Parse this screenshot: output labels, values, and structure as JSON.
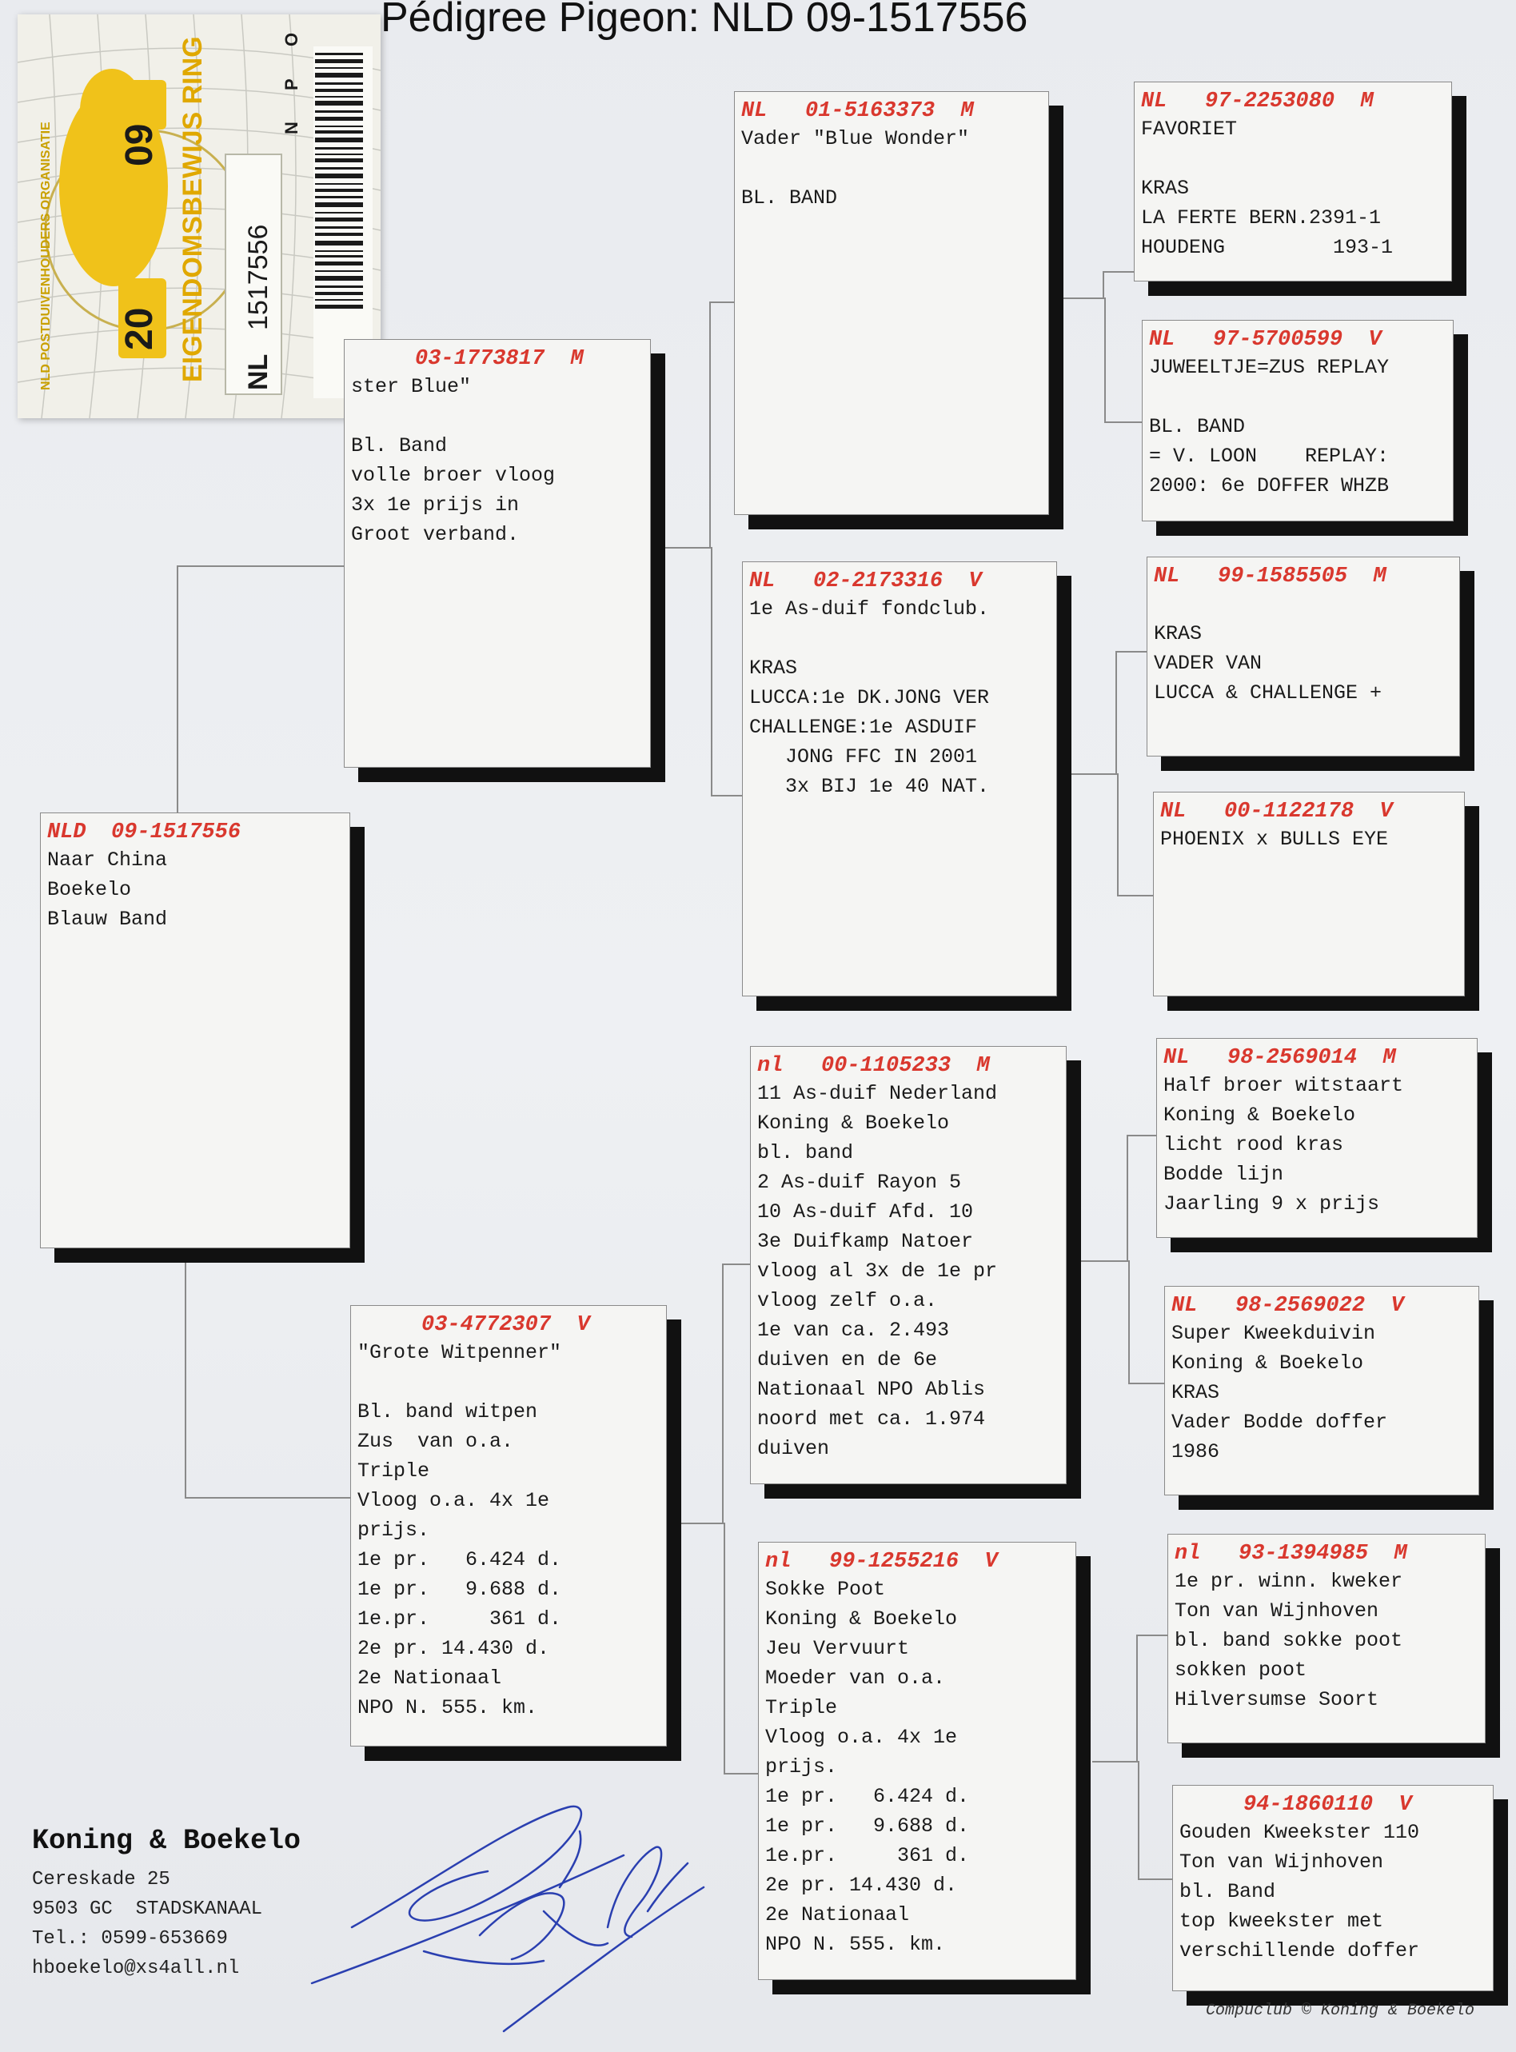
{
  "title": "Pédigree Pigeon: NLD 09-1517556",
  "sticker": {
    "year_left": "20",
    "year_right": "09",
    "country": "NL",
    "ring_number": "1517556",
    "heading": "EIGENDOMSBEWIJS RING",
    "org": "NLD POSTDUIVENHOUDERS ORGANISATIE",
    "letters": [
      "N",
      "P",
      "O"
    ],
    "barcode": "|||||||||"
  },
  "pigeons": [
    {
      "id": "subject",
      "band_cc": "NLD",
      "band_no": "09-1517556",
      "sex": "",
      "lines": [
        "Naar China",
        "Boekelo",
        "Blauw Band"
      ]
    },
    {
      "id": "sire",
      "band_cc": "",
      "band_no": "03-1773817",
      "sex": "M",
      "lines": [
        "ster Blue\"",
        "",
        "Bl. Band",
        "volle broer vloog",
        "3x 1e prijs in",
        "Groot verband."
      ]
    },
    {
      "id": "dam",
      "band_cc": "",
      "band_no": "03-4772307",
      "sex": "V",
      "lines": [
        "\"Grote Witpenner\"",
        "",
        "Bl. band witpen",
        "Zus  van o.a.",
        "Triple",
        "Vloog o.a. 4x 1e",
        "prijs.",
        "1e pr.   6.424 d.",
        "1e pr.   9.688 d.",
        "1e.pr.     361 d.",
        "2e pr. 14.430 d.",
        "2e Nationaal",
        "NPO N. 555. km."
      ]
    },
    {
      "id": "ss",
      "band_cc": "NL",
      "band_no": "01-5163373",
      "sex": "M",
      "lines": [
        "Vader \"Blue Wonder\"",
        "",
        "BL. BAND"
      ]
    },
    {
      "id": "sd",
      "band_cc": "NL",
      "band_no": "02-2173316",
      "sex": "V",
      "lines": [
        "1e As-duif fondclub.",
        "",
        "KRAS",
        "LUCCA:1e DK.JONG VER",
        "CHALLENGE:1e ASDUIF",
        "   JONG FFC IN 2001",
        "   3x BIJ 1e 40 NAT."
      ]
    },
    {
      "id": "ds",
      "band_cc": "nl",
      "band_no": "00-1105233",
      "sex": "M",
      "lines": [
        "11 As-duif Nederland",
        "Koning & Boekelo",
        "bl. band",
        "2 As-duif Rayon 5",
        "10 As-duif Afd. 10",
        "3e Duifkamp Natoer",
        "vloog al 3x de 1e pr",
        "vloog zelf o.a.",
        "1e van ca. 2.493",
        "duiven en de 6e",
        "Nationaal NPO Ablis",
        "noord met ca. 1.974",
        "duiven"
      ]
    },
    {
      "id": "dd",
      "band_cc": "nl",
      "band_no": "99-1255216",
      "sex": "V",
      "lines": [
        "Sokke Poot",
        "Koning & Boekelo",
        "Jeu Vervuurt",
        "Moeder van o.a.",
        "Triple",
        "Vloog o.a. 4x 1e",
        "prijs.",
        "1e pr.   6.424 d.",
        "1e pr.   9.688 d.",
        "1e.pr.     361 d.",
        "2e pr. 14.430 d.",
        "2e Nationaal",
        "NPO N. 555. km."
      ]
    },
    {
      "id": "sss",
      "band_cc": "NL",
      "band_no": "97-2253080",
      "sex": "M",
      "lines": [
        "FAVORIET",
        "",
        "KRAS",
        "LA FERTE BERN.2391-1",
        "HOUDENG         193-1"
      ]
    },
    {
      "id": "ssd",
      "band_cc": "NL",
      "band_no": "97-5700599",
      "sex": "V",
      "lines": [
        "JUWEELTJE=ZUS REPLAY",
        "",
        "BL. BAND",
        "= V. LOON    REPLAY:",
        "2000: 6e DOFFER WHZB"
      ]
    },
    {
      "id": "sds",
      "band_cc": "NL",
      "band_no": "99-1585505",
      "sex": "M",
      "lines": [
        "",
        "KRAS",
        "VADER VAN",
        "LUCCA & CHALLENGE +"
      ]
    },
    {
      "id": "sdd",
      "band_cc": "NL",
      "band_no": "00-1122178",
      "sex": "V",
      "lines": [
        "PHOENIX x BULLS EYE"
      ]
    },
    {
      "id": "dss",
      "band_cc": "NL",
      "band_no": "98-2569014",
      "sex": "M",
      "lines": [
        "Half broer witstaart",
        "Koning & Boekelo",
        "licht rood kras",
        "Bodde lijn",
        "Jaarling 9 x prijs"
      ]
    },
    {
      "id": "dsd",
      "band_cc": "NL",
      "band_no": "98-2569022",
      "sex": "V",
      "lines": [
        "Super Kweekduivin",
        "Koning & Boekelo",
        "KRAS",
        "Vader Bodde doffer",
        "1986"
      ]
    },
    {
      "id": "dds",
      "band_cc": "nl",
      "band_no": "93-1394985",
      "sex": "M",
      "lines": [
        "1e pr. winn. kweker",
        "Ton van Wijnhoven",
        "bl. band sokke poot",
        "sokken poot",
        "Hilversumse Soort"
      ]
    },
    {
      "id": "ddd",
      "band_cc": "",
      "band_no": "94-1860110",
      "sex": "V",
      "lines": [
        "Gouden Kweekster 110",
        "Ton van Wijnhoven",
        "bl. Band",
        "top kweekster met",
        "verschillende doffer"
      ]
    }
  ],
  "breeder": {
    "name": "Koning & Boekelo",
    "address": [
      "Cereskade 25",
      "9503 GC  STADSKANAAL",
      "Tel.: 0599-653669",
      "hboekelo@xs4all.nl"
    ]
  },
  "credit": "Compuclub © Koning & Boekelo"
}
